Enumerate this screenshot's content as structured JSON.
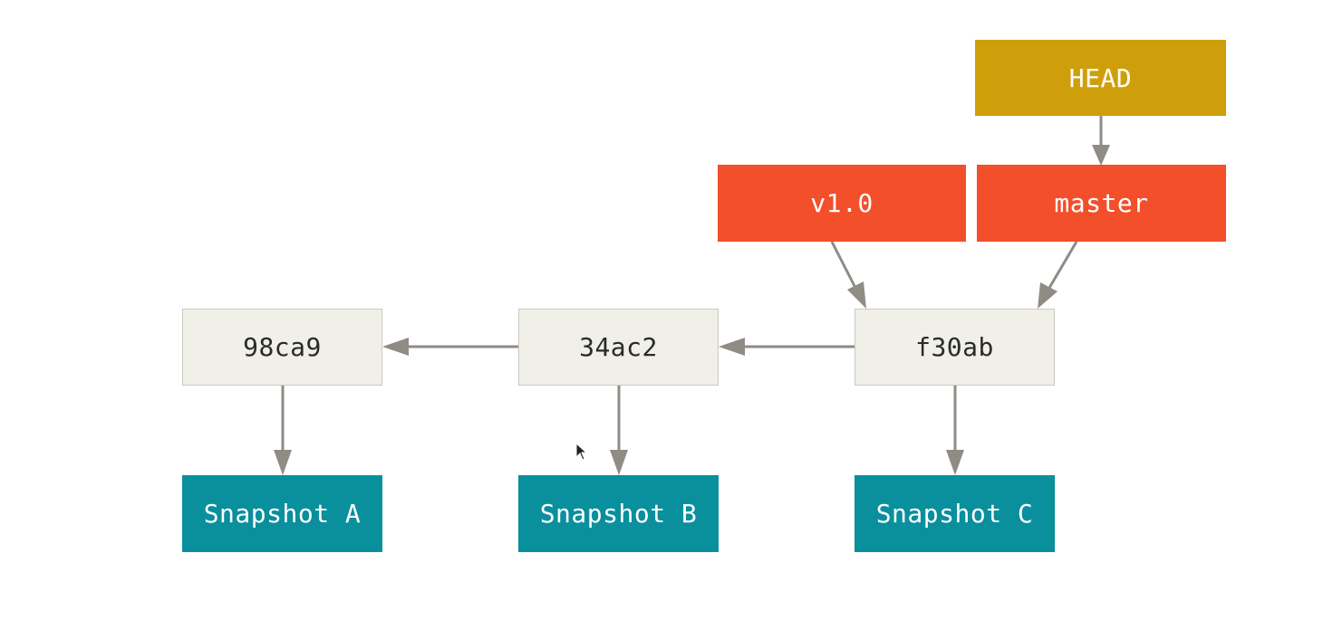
{
  "diagram": {
    "head": {
      "label": "HEAD"
    },
    "branches": [
      {
        "id": "v1.0",
        "label": "v1.0"
      },
      {
        "id": "master",
        "label": "master"
      }
    ],
    "commits": [
      {
        "id": "98ca9",
        "label": "98ca9"
      },
      {
        "id": "34ac2",
        "label": "34ac2"
      },
      {
        "id": "f30ab",
        "label": "f30ab"
      }
    ],
    "snapshots": [
      {
        "label": "Snapshot A"
      },
      {
        "label": "Snapshot B"
      },
      {
        "label": "Snapshot C"
      }
    ],
    "edges": [
      {
        "from": "HEAD",
        "to": "master"
      },
      {
        "from": "v1.0",
        "to": "f30ab"
      },
      {
        "from": "master",
        "to": "f30ab"
      },
      {
        "from": "f30ab",
        "to": "34ac2"
      },
      {
        "from": "34ac2",
        "to": "98ca9"
      },
      {
        "from": "98ca9",
        "to": "Snapshot A"
      },
      {
        "from": "34ac2",
        "to": "Snapshot B"
      },
      {
        "from": "f30ab",
        "to": "Snapshot C"
      }
    ],
    "colors": {
      "head": "#cf9f0b",
      "branch": "#f24f2a",
      "commit": "#f0efe8",
      "snapshot": "#0a8f9d",
      "edge": "#8f8b85"
    }
  }
}
